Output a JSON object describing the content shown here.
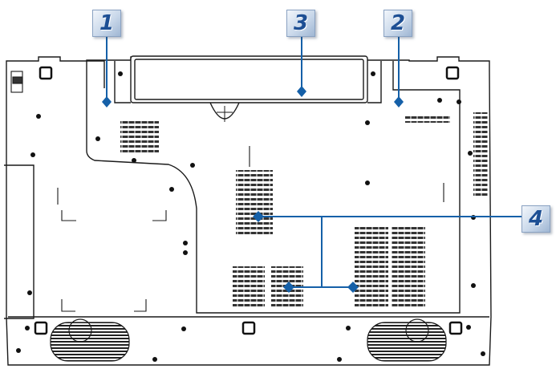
{
  "callouts": [
    {
      "id": "1",
      "label": "1"
    },
    {
      "id": "2",
      "label": "2"
    },
    {
      "id": "3",
      "label": "3"
    },
    {
      "id": "4",
      "label": "4"
    }
  ],
  "colors": {
    "outline": "#1a1a1a",
    "callout_line": "#1560a8",
    "callout_text": "#1d4f94",
    "background": "#ffffff"
  }
}
